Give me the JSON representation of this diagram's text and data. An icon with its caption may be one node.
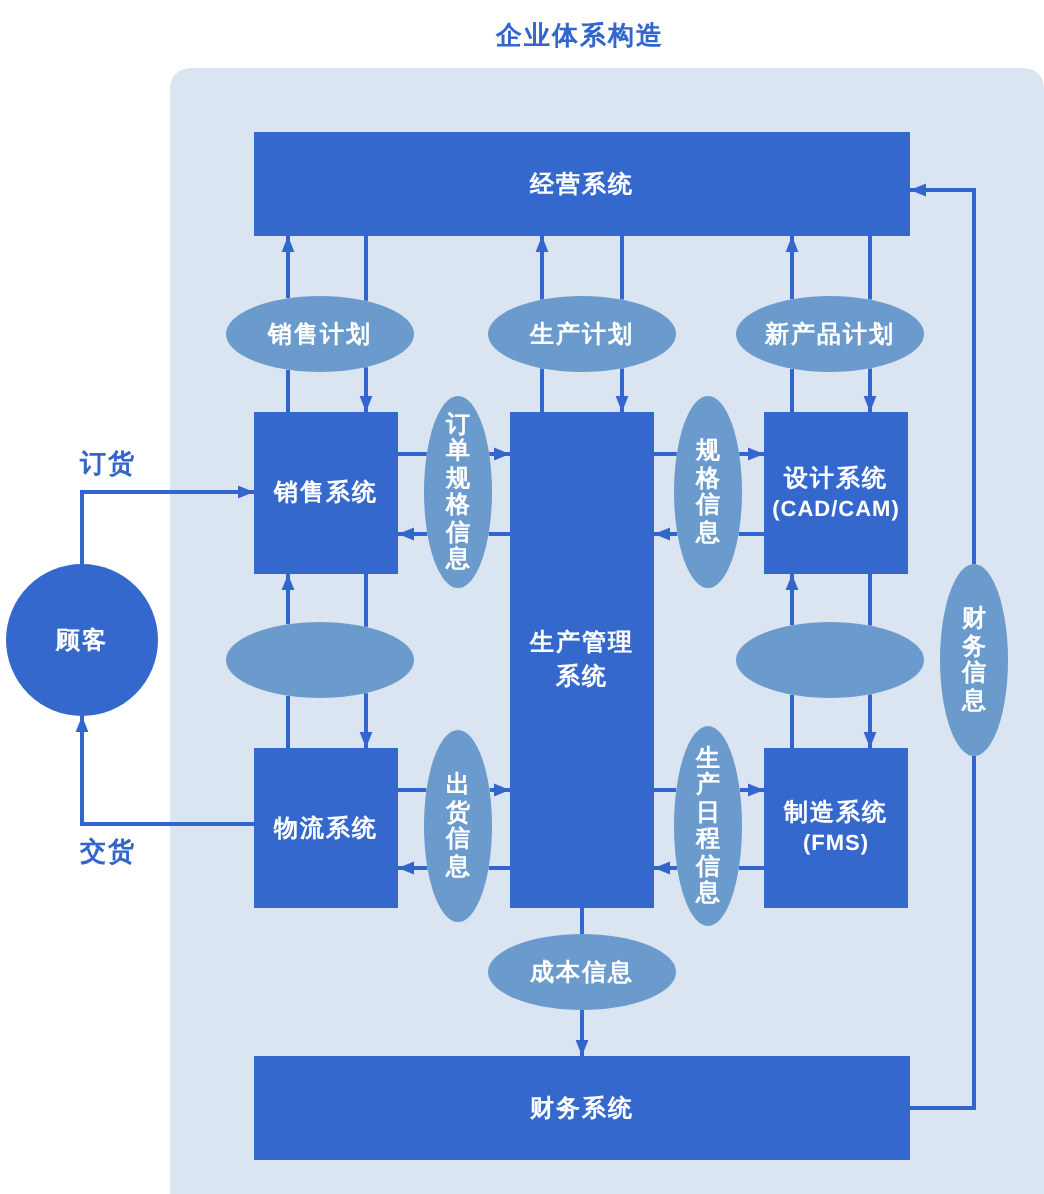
{
  "diagram": {
    "nodes": [
      {
        "text": [
          "企业体系构造"
        ]
      },
      {
        "text": [
          "经营系统"
        ],
        "in": 0
      },
      {
        "text": [
          "销售计划"
        ],
        "in": 0
      },
      {
        "text": [
          "生产计划"
        ],
        "in": 0
      },
      {
        "text": [
          "新产品计划"
        ],
        "in": 0
      },
      {
        "text": [
          "销售系统"
        ],
        "in": 0
      },
      {
        "text": [
          "订单规格信息"
        ],
        "in": 0
      },
      {
        "text": [
          "生产管理系统"
        ],
        "in": 0
      },
      {
        "text": [
          "规格信息"
        ],
        "in": 0
      },
      {
        "text": [
          "设计系统",
          "(CAD/CAM)"
        ],
        "in": 0
      },
      {
        "text": [
          "顾客"
        ]
      },
      {
        "text": [],
        "shape": "ellipse",
        "in": 0
      },
      {
        "text": [],
        "shape": "ellipse",
        "in": 0
      },
      {
        "text": [
          "财务信息"
        ],
        "in": 0
      },
      {
        "text": [
          "物流系统"
        ],
        "in": 0
      },
      {
        "text": [
          "出货信息"
        ],
        "in": 0
      },
      {
        "text": [
          "生产日程信息"
        ],
        "in": 0
      },
      {
        "text": [
          "制造系统",
          "(FMS)"
        ],
        "in": 0
      },
      {
        "text": [
          "成本信息"
        ],
        "in": 0
      },
      {
        "text": [
          "财务系统"
        ],
        "in": 0
      }
    ],
    "edges": [
      {
        "from": 5,
        "to": 2,
        "arrow": "none"
      },
      {
        "from": 2,
        "to": 1,
        "arrow": "to"
      },
      {
        "from": 1,
        "to": 2,
        "arrow": "none"
      },
      {
        "from": 2,
        "to": 5,
        "arrow": "to"
      },
      {
        "from": 7,
        "to": 3,
        "arrow": "none"
      },
      {
        "from": 3,
        "to": 1,
        "arrow": "to"
      },
      {
        "from": 1,
        "to": 3,
        "arrow": "none"
      },
      {
        "from": 3,
        "to": 7,
        "arrow": "to"
      },
      {
        "from": 9,
        "to": 4,
        "arrow": "none"
      },
      {
        "from": 4,
        "to": 1,
        "arrow": "to"
      },
      {
        "from": 1,
        "to": 4,
        "arrow": "none"
      },
      {
        "from": 4,
        "to": 9,
        "arrow": "to"
      },
      {
        "from": 5,
        "to": 6,
        "arrow": "none"
      },
      {
        "from": 6,
        "to": 7,
        "arrow": "to"
      },
      {
        "from": 7,
        "to": 6,
        "arrow": "none"
      },
      {
        "from": 6,
        "to": 5,
        "arrow": "to"
      },
      {
        "from": 7,
        "to": 8,
        "arrow": "none"
      },
      {
        "from": 8,
        "to": 9,
        "arrow": "to"
      },
      {
        "from": 9,
        "to": 8,
        "arrow": "none"
      },
      {
        "from": 8,
        "to": 7,
        "arrow": "to"
      },
      {
        "from": 10,
        "to": 5,
        "arrow": "to",
        "label": "订货"
      },
      {
        "from": 14,
        "to": 10,
        "arrow": "to",
        "label": "交货"
      },
      {
        "from": 14,
        "to": 11,
        "arrow": "none"
      },
      {
        "from": 11,
        "to": 5,
        "arrow": "to"
      },
      {
        "from": 5,
        "to": 11,
        "arrow": "none"
      },
      {
        "from": 11,
        "to": 14,
        "arrow": "to"
      },
      {
        "from": 17,
        "to": 12,
        "arrow": "none"
      },
      {
        "from": 12,
        "to": 9,
        "arrow": "to"
      },
      {
        "from": 9,
        "to": 12,
        "arrow": "none"
      },
      {
        "from": 12,
        "to": 17,
        "arrow": "to"
      },
      {
        "from": 14,
        "to": 15,
        "arrow": "none"
      },
      {
        "from": 15,
        "to": 7,
        "arrow": "to"
      },
      {
        "from": 7,
        "to": 15,
        "arrow": "none"
      },
      {
        "from": 15,
        "to": 14,
        "arrow": "to"
      },
      {
        "from": 7,
        "to": 16,
        "arrow": "none"
      },
      {
        "from": 16,
        "to": 17,
        "arrow": "to"
      },
      {
        "from": 17,
        "to": 16,
        "arrow": "none"
      },
      {
        "from": 16,
        "to": 7,
        "arrow": "to"
      },
      {
        "from": 7,
        "to": 18,
        "arrow": "none"
      },
      {
        "from": 18,
        "to": 19,
        "arrow": "to"
      },
      {
        "from": 19,
        "to": 13,
        "arrow": "none"
      },
      {
        "from": 13,
        "to": 1,
        "arrow": "to"
      }
    ]
  }
}
